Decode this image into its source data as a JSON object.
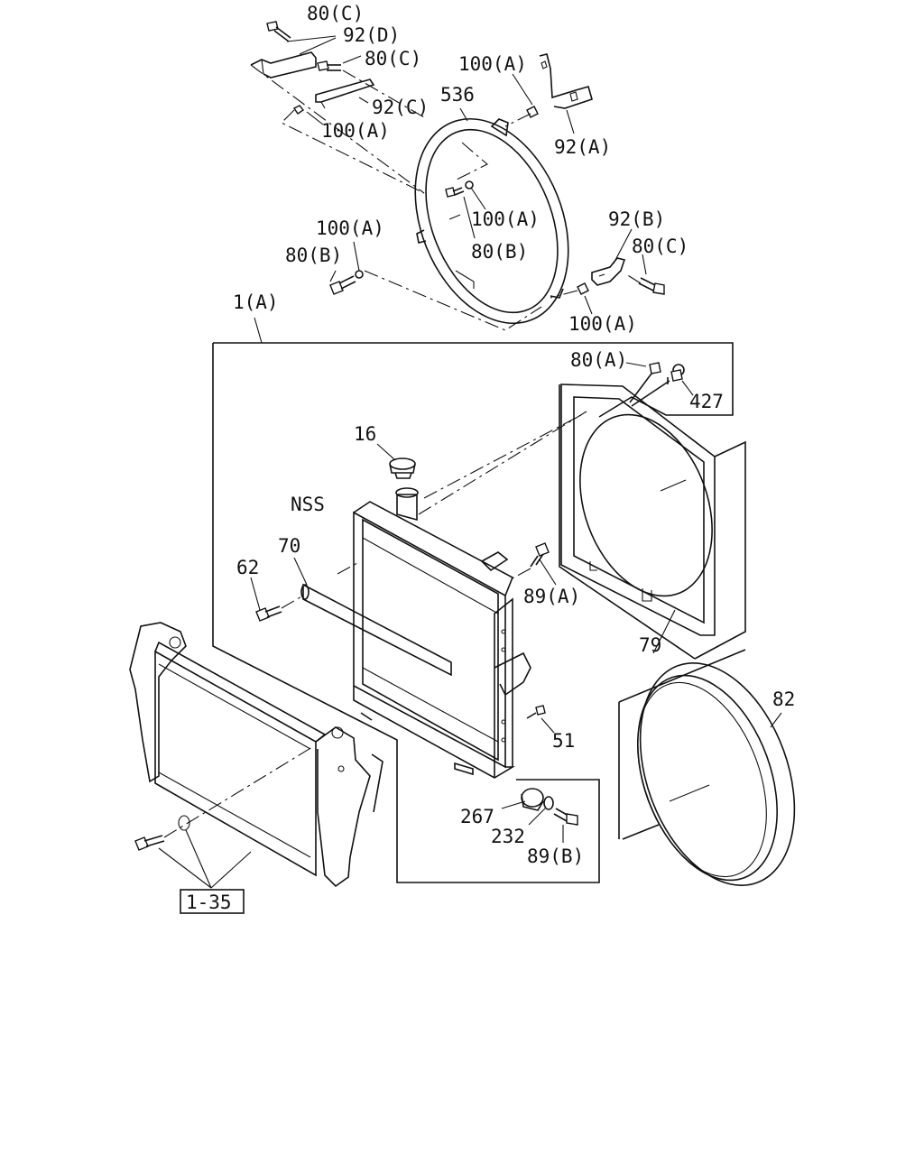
{
  "diagram": {
    "labels": {
      "l_80c_a": "80(C)",
      "l_92d": "92(D)",
      "l_80c_b": "80(C)",
      "l_92c": "92(C)",
      "l_100a_a": "100(A)",
      "l_100a_b": "100(A)",
      "l_536": "536",
      "l_92a": "92(A)",
      "l_100a_c": "100(A)",
      "l_80b_a": "80(B)",
      "l_100a_d": "100(A)",
      "l_80b_b": "80(B)",
      "l_92b": "92(B)",
      "l_80c_c": "80(C)",
      "l_100a_e": "100(A)",
      "l_1a": "1(A)",
      "l_80a": "80(A)",
      "l_427": "427",
      "l_16": "16",
      "l_nss": "NSS",
      "l_70": "70",
      "l_62": "62",
      "l_89a": "89(A)",
      "l_79": "79",
      "l_82": "82",
      "l_51": "51",
      "l_267": "267",
      "l_232": "232",
      "l_89b": "89(B)",
      "l_135": "1-35"
    }
  }
}
